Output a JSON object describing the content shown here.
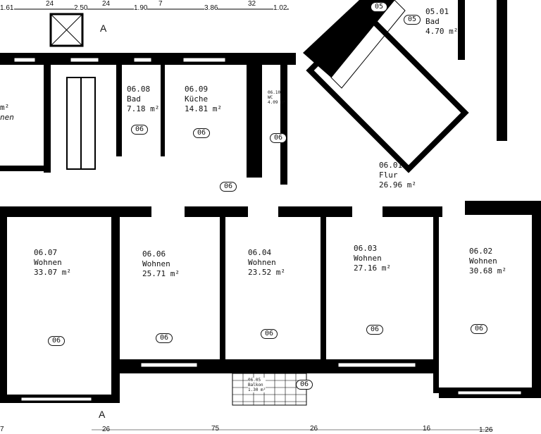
{
  "dimensions_top": [
    "1.61",
    "24",
    "2.50",
    "24",
    "1.90",
    "7",
    "3.86",
    "32",
    "1.02"
  ],
  "dimensions_bottom": [
    "7",
    "26",
    "75",
    "26",
    "16",
    "1.26"
  ],
  "section_marker": "A",
  "rooms": [
    {
      "id": "06.08",
      "name": "Bad",
      "area": "7.18 m²"
    },
    {
      "id": "06.09",
      "name": "Küche",
      "area": "14.81 m²"
    },
    {
      "id": "06.10",
      "name": "WC",
      "area": "4.09 m²"
    },
    {
      "id": "06.01",
      "name": "Flur",
      "area": "26.96 m²"
    },
    {
      "id": "06.07",
      "name": "Wohnen",
      "area": "33.07 m²"
    },
    {
      "id": "06.06",
      "name": "Wohnen",
      "area": "25.71 m²"
    },
    {
      "id": "06.04",
      "name": "Wohnen",
      "area": "23.52 m²"
    },
    {
      "id": "06.03",
      "name": "Wohnen",
      "area": "27.16 m²"
    },
    {
      "id": "06.02",
      "name": "Wohnen",
      "area": "30.68 m²"
    },
    {
      "id": "06.05",
      "name": "Balkon",
      "area": "1.30 m²"
    },
    {
      "id": "05.01",
      "name": "Bad",
      "area": "4.70 m²"
    }
  ],
  "partial_room": {
    "area": "m²",
    "name": "nen"
  },
  "unit_tag_06": "06",
  "unit_tag_05": "05"
}
